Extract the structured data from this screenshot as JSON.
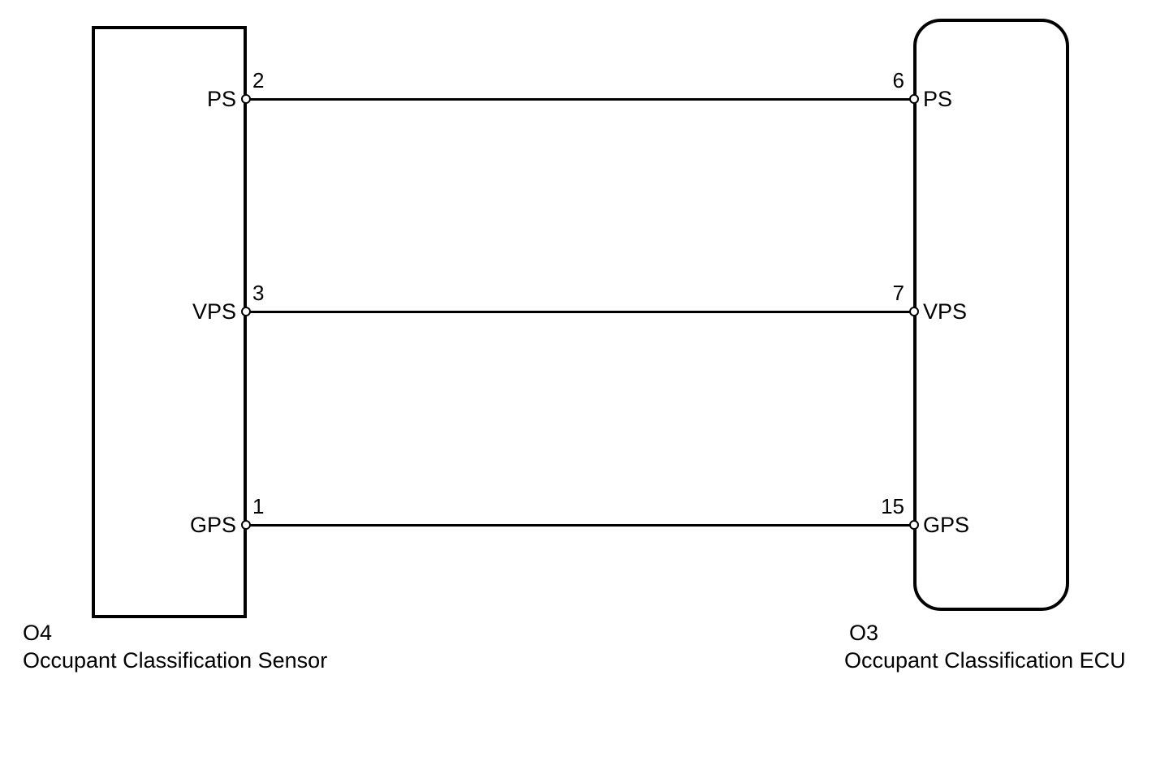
{
  "diagram": {
    "type": "wiring-diagram",
    "background": "#ffffff",
    "line_color": "#000000",
    "left_component": {
      "id": "O4",
      "name": "Occupant Classification Sensor",
      "shape": "rectangle",
      "pins": [
        {
          "number": "2",
          "label": "PS"
        },
        {
          "number": "3",
          "label": "VPS"
        },
        {
          "number": "1",
          "label": "GPS"
        }
      ]
    },
    "right_component": {
      "id": "O3",
      "name": "Occupant Classification ECU",
      "shape": "rounded-rectangle",
      "pins": [
        {
          "number": "6",
          "label": "PS"
        },
        {
          "number": "7",
          "label": "VPS"
        },
        {
          "number": "15",
          "label": "GPS"
        }
      ]
    },
    "connections": [
      {
        "signal": "PS",
        "from": "O4 pin 2",
        "to": "O3 pin 6"
      },
      {
        "signal": "VPS",
        "from": "O4 pin 3",
        "to": "O3 pin 7"
      },
      {
        "signal": "GPS",
        "from": "O4 pin 1",
        "to": "O3 pin 15"
      }
    ]
  }
}
